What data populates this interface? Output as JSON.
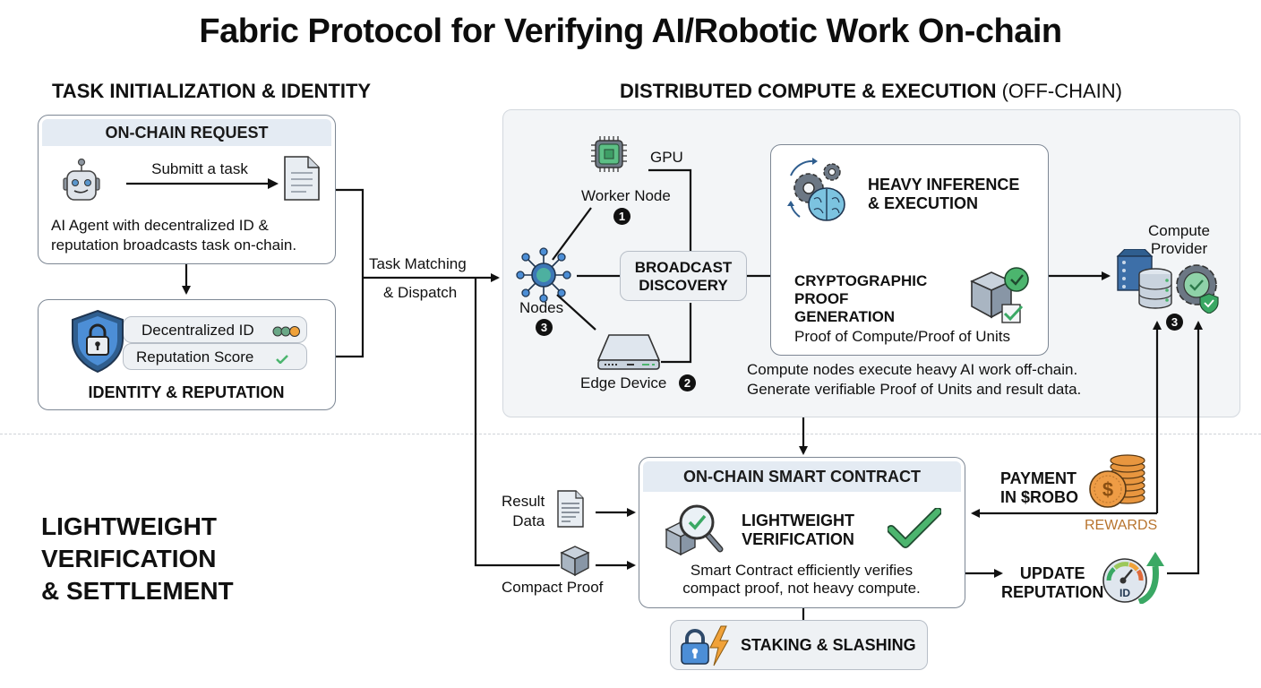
{
  "title": "Fabric Protocol for Verifying AI/Robotic Work On-chain",
  "sections": {
    "task_init": "TASK INITIALIZATION & IDENTITY",
    "distributed_main": "DISTRIBUTED COMPUTE & EXECUTION",
    "distributed_suffix": "(OFF-CHAIN)",
    "settlement": [
      "LIGHTWEIGHT",
      "VERIFICATION",
      "& SETTLEMENT"
    ]
  },
  "onchain_request": {
    "header": "ON-CHAIN REQUEST",
    "arrow_label": "Submitt a task",
    "description": [
      "AI Agent with decentralized ID &",
      "reputation broadcasts task on-chain."
    ],
    "icons": [
      "robot-icon",
      "document-icon"
    ]
  },
  "identity": {
    "fields": [
      "Decentralized ID",
      "Reputation Score"
    ],
    "footer": "IDENTITY & REPUTATION",
    "icons": [
      "shield-lock-icon",
      "dots-icon",
      "check-icon"
    ]
  },
  "dispatch": {
    "label_line1": "Task Matching",
    "label_line2": "& Dispatch"
  },
  "compute": {
    "gpu_label": "GPU",
    "worker_label": "Worker Node",
    "worker_badge": "1",
    "nodes_label": "Nodes",
    "nodes_badge": "3",
    "edge_label": "Edge Device",
    "edge_badge": "2",
    "broadcast": [
      "BROADCAST",
      "DISCOVERY"
    ],
    "heavy": [
      "HEAVY INFERENCE",
      "& EXECUTION"
    ],
    "crypto": [
      "CRYPTOGRAPHIC",
      "PROOF",
      "GENERATION"
    ],
    "proof_sub": "Proof of Compute/Proof of Units",
    "provider": [
      "Compute",
      "Provider"
    ],
    "provider_badge": "3",
    "description": [
      "Compute nodes execute heavy AI work off-chain.",
      "Generate verifiable Proof of Units and result data."
    ]
  },
  "smart_contract": {
    "header": "ON-CHAIN SMART CONTRACT",
    "verify": [
      "LIGHTWEIGHT",
      "VERIFICATION"
    ],
    "description": [
      "Smart Contract efficiently verifies",
      "compact proof, not heavy compute."
    ],
    "result_data": [
      "Result",
      "Data"
    ],
    "compact_proof": "Compact Proof"
  },
  "payment": {
    "label": [
      "PAYMENT",
      "IN $ROBO"
    ],
    "rewards": "REWARDS",
    "rewards_color": "#b8742e"
  },
  "reputation_update": {
    "label": [
      "UPDATE",
      "REPUTATION"
    ],
    "gauge_text": "ID"
  },
  "staking": {
    "label": "STAKING & SLASHING"
  },
  "colors": {
    "accent_blue": "#3f7fc1",
    "accent_green": "#3aa864",
    "coin_orange": "#e8963f",
    "header_fill": "#e4ebf3",
    "zone_fill": "#f3f5f7"
  }
}
